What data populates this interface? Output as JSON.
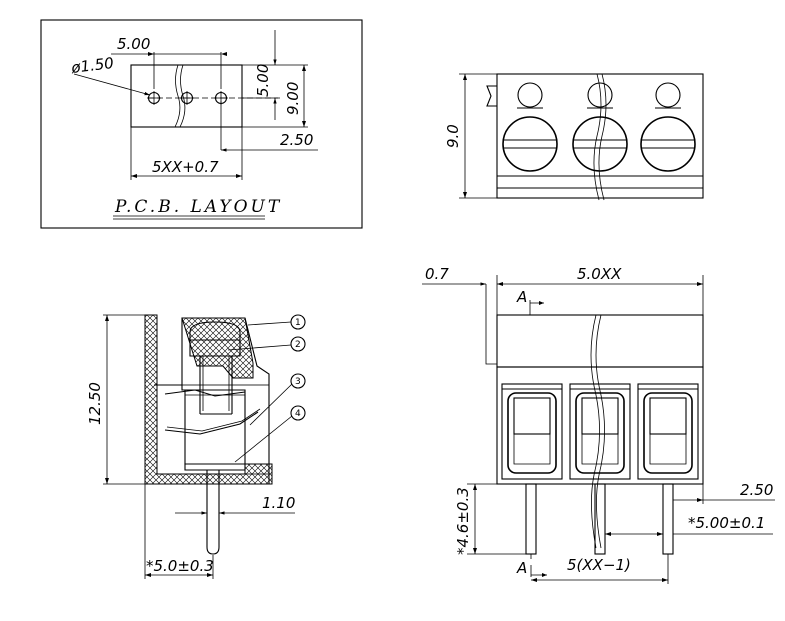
{
  "pcb_layout": {
    "title": "P.C.B.  LAYOUT",
    "pitch": "5.00",
    "hole_dia": "ø1.50",
    "height_inner": "5.00",
    "height_outer": "9.00",
    "edge_offset": "2.50",
    "total_width": "5XX+0.7"
  },
  "top_view": {
    "height": "9.0"
  },
  "side_view": {
    "height": "12.50",
    "pin_width": "1.10",
    "pin_length": "*5.0±0.3",
    "callouts": [
      "1",
      "2",
      "3",
      "4"
    ]
  },
  "front_view": {
    "offset": "0.7",
    "total_width": "5.0XX",
    "section_label_top": "A",
    "section_label_bottom": "A",
    "pin_length": "*4.6±0.3",
    "edge_offset": "2.50",
    "pitch": "*5.00±0.1",
    "span": "5(XX−1)"
  }
}
